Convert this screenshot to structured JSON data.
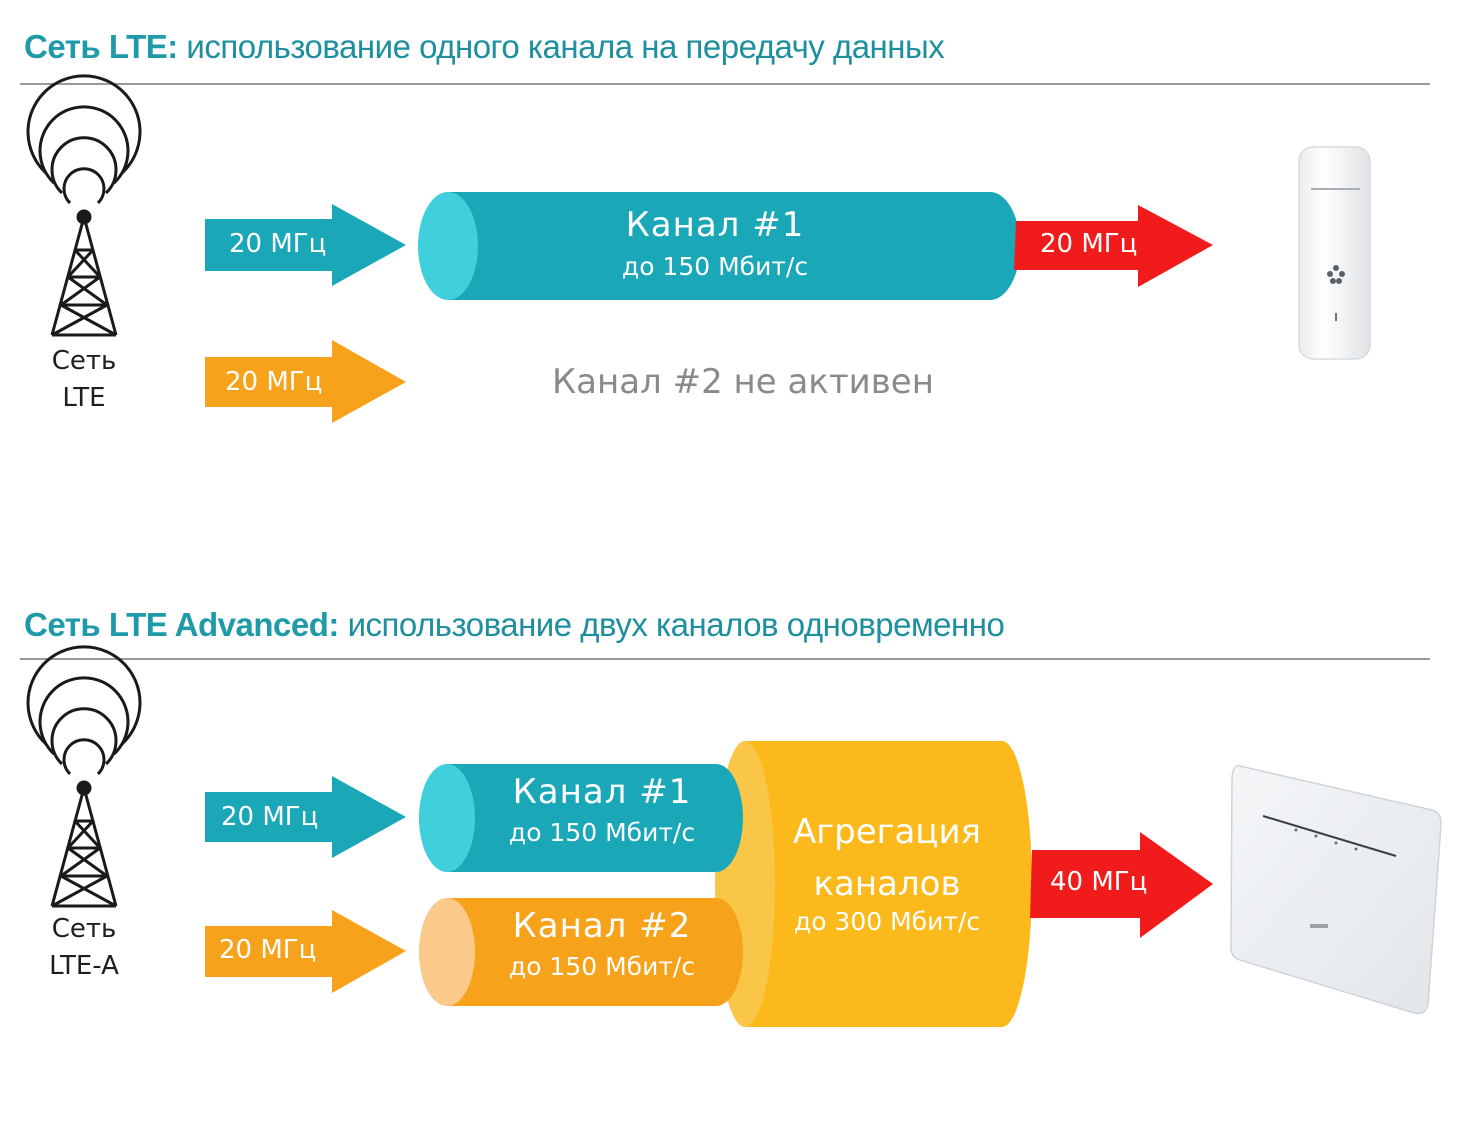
{
  "section1": {
    "title_bold": "Сеть LTE:",
    "title_rest": " использование одного канала на передачу данных",
    "tower_label_line1": "Сеть",
    "tower_label_line2": "LTE",
    "arrow_in_1": "20 МГц",
    "arrow_in_2": "20 МГц",
    "channel1_title": "Канал #1",
    "channel1_speed": "до 150 Мбит/с",
    "channel2_status": "Канал #2 не активен",
    "arrow_out": "20 МГц"
  },
  "section2": {
    "title_bold": "Сеть LTE Advanced:",
    "title_rest": " использование двух каналов одновременно",
    "tower_label_line1": "Сеть",
    "tower_label_line2": "LTE-A",
    "arrow_in_1": "20 МГц",
    "arrow_in_2": "20 МГц",
    "channel1_title": "Канал #1",
    "channel1_speed": "до 150 Мбит/с",
    "channel2_title": "Канал #2",
    "channel2_speed": "до 150 Мбит/с",
    "aggregation_line1": "Агрегация",
    "aggregation_line2": "каналов",
    "aggregation_speed": "до 300 Мбит/с",
    "arrow_out": "40 МГц"
  },
  "colors": {
    "teal": "#1aa7b8",
    "teal_cap": "#3fd0dc",
    "orange": "#f7a21b",
    "orange_cap": "#fbc98a",
    "yellow": "#fbb91c",
    "red": "#f21b1b",
    "title_teal": "#1e9aa9"
  }
}
